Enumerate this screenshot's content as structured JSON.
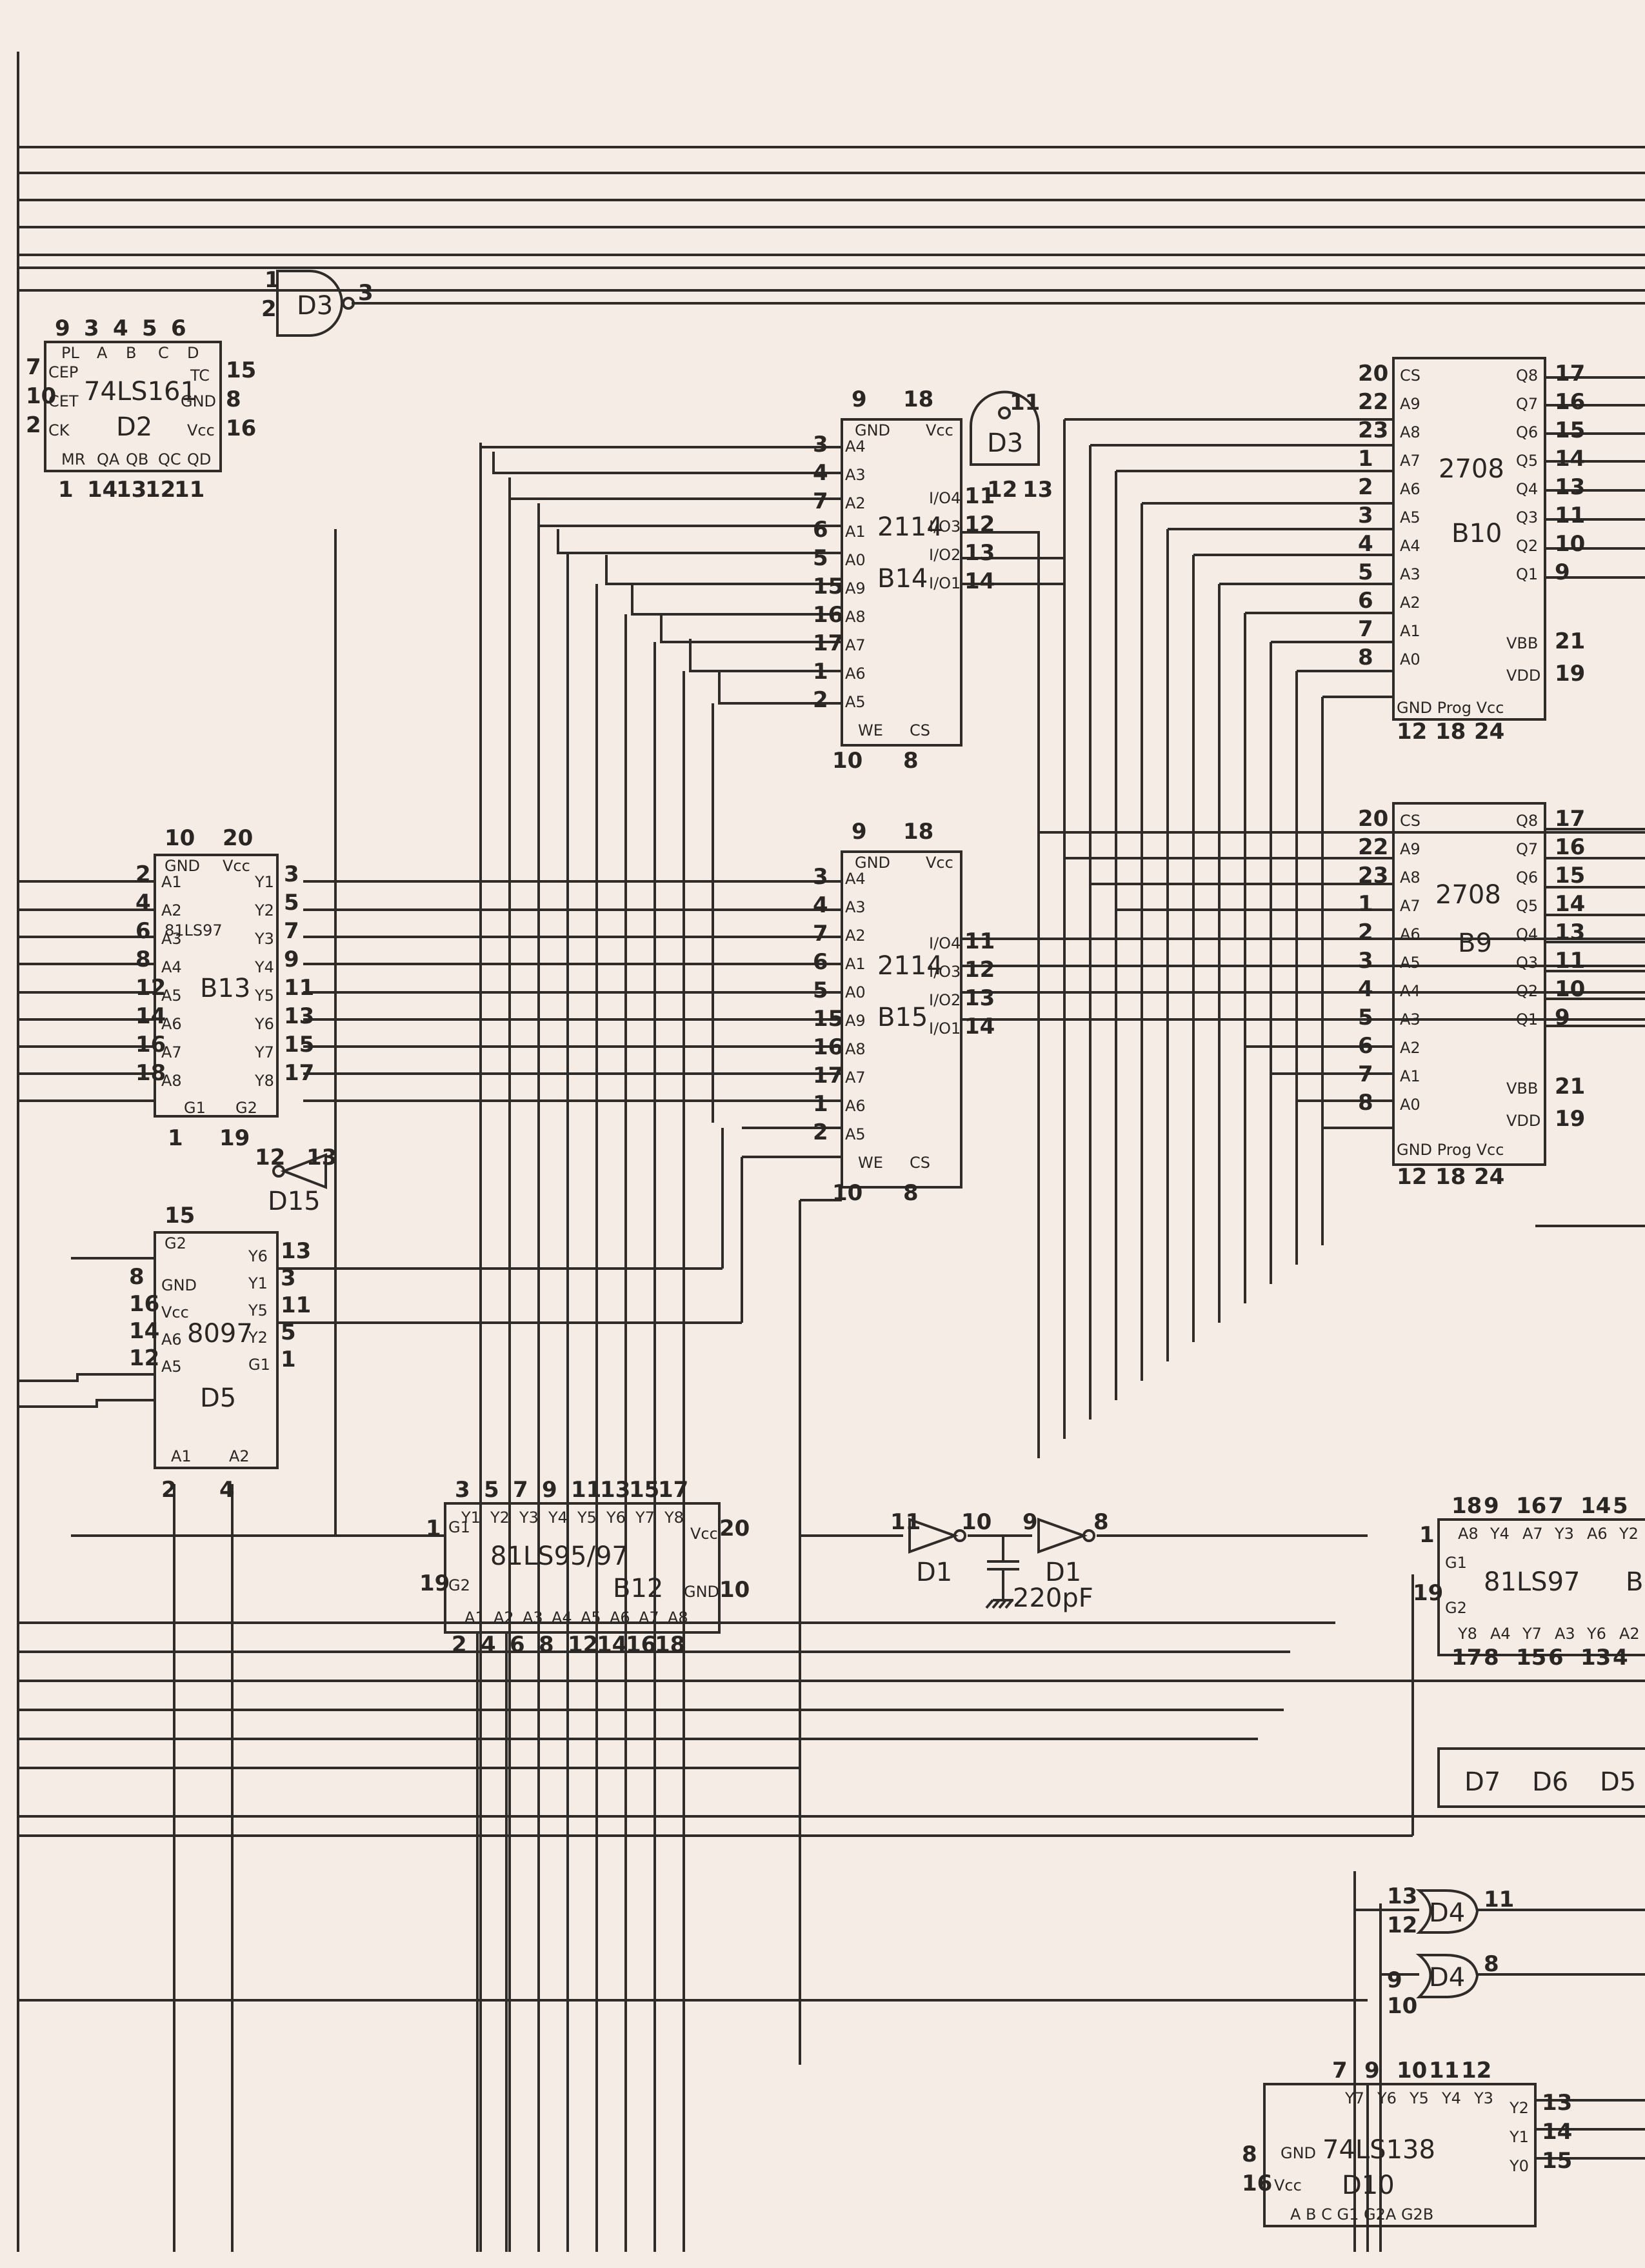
{
  "colors": {
    "paper": "#f6ece6",
    "ink": "#2f2b29"
  },
  "counter": {
    "part": "74LS161",
    "ref": "D2",
    "top_pins": [
      "9",
      "3",
      "4",
      "5",
      "6"
    ],
    "left_pins": [
      "7",
      "10",
      "2"
    ],
    "right_pins": [
      "15",
      "8",
      "16"
    ],
    "bottom_pins": [
      "1",
      "14",
      "13",
      "12",
      "11"
    ],
    "signals": [
      "PL",
      "A",
      "B",
      "C",
      "D",
      "CEP",
      "CET",
      "CK",
      "TC",
      "GND",
      "Vcc",
      "MR",
      "QA",
      "QB",
      "QC",
      "QD"
    ]
  },
  "gate_d3_top": {
    "ref": "D3",
    "pins": [
      "1",
      "2",
      "3"
    ]
  },
  "gate_d3_mid": {
    "ref": "D3",
    "pins": [
      "11",
      "12",
      "13"
    ]
  },
  "ram_b14": {
    "part": "2114",
    "ref": "B14",
    "left_pins": [
      "3",
      "4",
      "7",
      "6",
      "5",
      "15",
      "16",
      "17",
      "1",
      "2"
    ],
    "left_sig": [
      "A4",
      "A3",
      "A2",
      "A1",
      "A0",
      "A9",
      "A8",
      "A7",
      "A6",
      "A5"
    ],
    "right_pins": [
      "11",
      "12",
      "13",
      "14"
    ],
    "right_sig": [
      "I/O4",
      "I/O3",
      "I/O2",
      "I/O1"
    ],
    "top_pins": [
      "9",
      "18"
    ],
    "top_sig": [
      "GND",
      "Vcc"
    ],
    "bottom_pins": [
      "10",
      "8"
    ],
    "bottom_sig": [
      "WE",
      "CS"
    ]
  },
  "ram_b15": {
    "part": "2114",
    "ref": "B15",
    "left_pins": [
      "3",
      "4",
      "7",
      "6",
      "5",
      "15",
      "16",
      "17",
      "1",
      "2"
    ],
    "left_sig": [
      "A4",
      "A3",
      "A2",
      "A1",
      "A0",
      "A9",
      "A8",
      "A7",
      "A6",
      "A5"
    ],
    "right_pins": [
      "11",
      "12",
      "13",
      "14"
    ],
    "right_sig": [
      "I/O4",
      "I/O3",
      "I/O2",
      "I/O1"
    ],
    "top_pins": [
      "9",
      "18"
    ],
    "top_sig": [
      "GND",
      "Vcc"
    ],
    "bottom_pins": [
      "10",
      "8"
    ],
    "bottom_sig": [
      "WE",
      "CS"
    ]
  },
  "eprom_b10": {
    "part": "2708",
    "ref": "B10",
    "left_pins": [
      "20",
      "22",
      "23",
      "1",
      "2",
      "3",
      "4",
      "5",
      "6",
      "7",
      "8"
    ],
    "left_sig": [
      "CS",
      "A9",
      "A8",
      "A7",
      "A6",
      "A5",
      "A4",
      "A3",
      "A2",
      "A1",
      "A0"
    ],
    "right_pins": [
      "17",
      "16",
      "15",
      "14",
      "13",
      "11",
      "10",
      "9"
    ],
    "right_sig": [
      "Q8",
      "Q7",
      "Q6",
      "Q5",
      "Q4",
      "Q3",
      "Q2",
      "Q1"
    ],
    "power_pins": [
      "21",
      "19"
    ],
    "power_sig": [
      "VBB",
      "VDD"
    ],
    "bottom_pins": [
      "12",
      "18",
      "24"
    ],
    "bottom_sig": "GND Prog Vcc"
  },
  "eprom_b9": {
    "part": "2708",
    "ref": "B9",
    "left_pins": [
      "20",
      "22",
      "23",
      "1",
      "2",
      "3",
      "4",
      "5",
      "6",
      "7",
      "8"
    ],
    "left_sig": [
      "CS",
      "A9",
      "A8",
      "A7",
      "A6",
      "A5",
      "A4",
      "A3",
      "A2",
      "A1",
      "A0"
    ],
    "right_pins": [
      "17",
      "16",
      "15",
      "14",
      "13",
      "11",
      "10",
      "9"
    ],
    "right_sig": [
      "Q8",
      "Q7",
      "Q6",
      "Q5",
      "Q4",
      "Q3",
      "Q2",
      "Q1"
    ],
    "power_pins": [
      "21",
      "19"
    ],
    "power_sig": [
      "VBB",
      "VDD"
    ],
    "bottom_pins": [
      "12",
      "18",
      "24"
    ],
    "bottom_sig": "GND Prog Vcc"
  },
  "buffer_b13": {
    "part": "81LS97",
    "ref": "B13",
    "left_pins": [
      "2",
      "4",
      "6",
      "8",
      "12",
      "14",
      "16",
      "18"
    ],
    "left_sig": [
      "A1",
      "A2",
      "A3",
      "A4",
      "A5",
      "A6",
      "A7",
      "A8"
    ],
    "right_pins": [
      "3",
      "5",
      "7",
      "9",
      "11",
      "13",
      "15",
      "17"
    ],
    "right_sig": [
      "Y1",
      "Y2",
      "Y3",
      "Y4",
      "Y5",
      "Y6",
      "Y7",
      "Y8"
    ],
    "top_pins": [
      "10",
      "20"
    ],
    "top_sig": [
      "GND",
      "Vcc"
    ],
    "bottom_pins": [
      "1",
      "19"
    ],
    "bottom_sig": [
      "G1",
      "G2"
    ]
  },
  "inverter_d15": {
    "ref": "D15",
    "pins": [
      "12",
      "13"
    ]
  },
  "buffer_d5": {
    "part": "8097",
    "ref": "D5",
    "left_pins": [
      "8",
      "16",
      "14",
      "12"
    ],
    "left_sig": [
      "GND",
      "Vcc",
      "A6",
      "A5"
    ],
    "right_pins": [
      "13",
      "3",
      "11",
      "5",
      "1"
    ],
    "right_sig": [
      "Y6",
      "Y1",
      "Y5",
      "Y2",
      "G1"
    ],
    "top_pin": "15",
    "top_sig": "G2",
    "bottom_pins": [
      "2",
      "4"
    ],
    "bottom_sig": [
      "A1",
      "A2"
    ]
  },
  "buffer_b12": {
    "part": "81LS95/97",
    "ref": "B12",
    "top_pins": [
      "3",
      "5",
      "7",
      "9",
      "11",
      "13",
      "15",
      "17"
    ],
    "top_sig": [
      "Y1",
      "Y2",
      "Y3",
      "Y4",
      "Y5",
      "Y6",
      "Y7",
      "Y8"
    ],
    "bottom_pins": [
      "2",
      "4",
      "6",
      "8",
      "12",
      "14",
      "16",
      "18"
    ],
    "bottom_sig": [
      "A1",
      "A2",
      "A3",
      "A4",
      "A5",
      "A6",
      "A7",
      "A8"
    ],
    "left_pins": [
      "1",
      "19"
    ],
    "left_sig": [
      "G1",
      "G2"
    ],
    "right_pins": [
      "20",
      "10"
    ],
    "right_sig": [
      "Vcc",
      "GND"
    ]
  },
  "delay": {
    "inv1": {
      "ref": "D1",
      "pins": [
        "11",
        "10"
      ]
    },
    "inv2": {
      "ref": "D1",
      "pins": [
        "9",
        "8"
      ]
    },
    "capacitor": "220pF"
  },
  "buffer_b_right": {
    "part": "81LS97",
    "ref": "B",
    "top_pins": [
      "18",
      "9",
      "16",
      "7",
      "14",
      "5"
    ],
    "top_sig": [
      "A8",
      "Y4",
      "A7",
      "Y3",
      "A6",
      "Y2"
    ],
    "bottom_pins": [
      "17",
      "8",
      "15",
      "6",
      "13",
      "4"
    ],
    "bottom_sig": [
      "Y8",
      "A4",
      "Y7",
      "A3",
      "Y6",
      "A2"
    ],
    "left_pins": [
      "1",
      "19"
    ],
    "left_sig": [
      "G1",
      "G2"
    ]
  },
  "data_bus": [
    "D7",
    "D6",
    "D5"
  ],
  "or_gates": [
    {
      "ref": "D4",
      "pins": [
        "13",
        "12",
        "11"
      ]
    },
    {
      "ref": "D4",
      "pins": [
        "9",
        "10",
        "8"
      ]
    }
  ],
  "decoder_d10": {
    "part": "74LS138",
    "ref": "D10",
    "top_pins": [
      "7",
      "9",
      "10",
      "11",
      "12"
    ],
    "top_sig": [
      "Y7",
      "Y6",
      "Y5",
      "Y4",
      "Y3"
    ],
    "right_pins": [
      "13",
      "14",
      "15"
    ],
    "right_sig": [
      "Y2",
      "Y1",
      "Y0"
    ],
    "left_pins": [
      "8",
      "16"
    ],
    "left_sig": [
      "GND",
      "Vcc"
    ],
    "bottom_sig": "A B C G1 G2A G2B"
  }
}
